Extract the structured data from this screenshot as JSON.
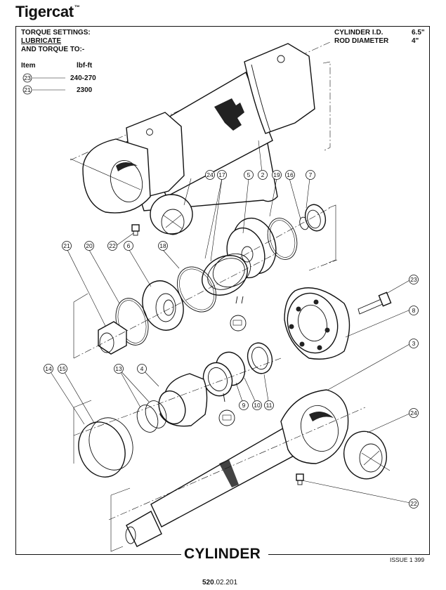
{
  "header": {
    "brand": "Tigercat",
    "trademark": "™"
  },
  "torque": {
    "title": "TORQUE SETTINGS:",
    "lubricate": "LUBRICATE",
    "and_torque": "AND TORQUE TO:-",
    "col_item": "Item",
    "col_unit": "lbf-ft",
    "rows": [
      {
        "item": "23",
        "value": "240-270"
      },
      {
        "item": "21",
        "value": "2300"
      }
    ]
  },
  "specs": [
    {
      "label": "CYLINDER I.D.",
      "value": "6.5\""
    },
    {
      "label": "ROD DIAMETER",
      "value": "4\""
    }
  ],
  "callouts": {
    "c24a": "24",
    "c17": "17",
    "c5": "5",
    "c2": "2",
    "c19": "19",
    "c16": "16",
    "c7": "7",
    "c21": "21",
    "c20": "20",
    "c22a": "22",
    "c6": "6",
    "c18": "18",
    "c23": "23",
    "c8": "8",
    "c3": "3",
    "c14": "14",
    "c15": "15",
    "c13": "13",
    "c4": "4",
    "c9": "9",
    "c10": "10",
    "c11": "11",
    "c24b": "24",
    "c22b": "22"
  },
  "footer": {
    "title": "CYLINDER",
    "issue": "ISSUE 1 399",
    "page_bold": "520",
    "page_rest": ".02.201"
  }
}
